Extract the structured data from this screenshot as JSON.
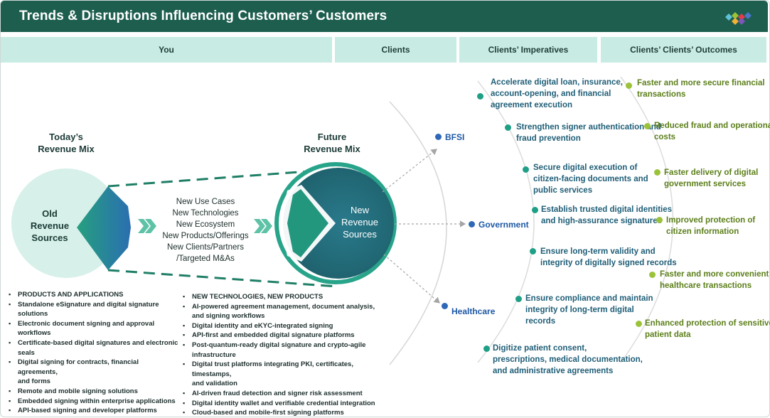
{
  "title": "Trends & Disruptions Influencing Customers’ Customers",
  "headers": {
    "you": "You",
    "clients": "Clients",
    "imperatives": "Clients’ Imperatives",
    "outcomes": "Clients’ Clients’ Outcomes"
  },
  "today": {
    "label_line1": "Today’s",
    "label_line2": "Revenue Mix",
    "circle_line1": "Old",
    "circle_line2": "Revenue",
    "circle_line3": "Sources"
  },
  "future": {
    "label_line1": "Future",
    "label_line2": "Revenue Mix",
    "circle_line1": "New",
    "circle_line2": "Revenue",
    "circle_line3": "Sources"
  },
  "uses": [
    "New Use Cases",
    "New Technologies",
    "New Ecosystem",
    "New Products/Offerings",
    "New Clients/Partners",
    "/Targeted M&As"
  ],
  "products_list": [
    "PRODUCTS AND APPLICATIONS",
    "Standalone eSignature and digital signature",
    "solutions",
    "Electronic document signing and approval workflows",
    "Certificate-based digital signatures and electronic",
    "seals",
    "Digital signing for contracts, financial agreements,",
    "and forms",
    "Remote and mobile signing solutions",
    "Embedded signing within enterprise applications",
    "API-based signing and developer platforms"
  ],
  "tech_list": [
    "NEW TECHNOLOGIES, NEW PRODUCTS",
    "AI-powered agreement management, document analysis,",
    "and signing workflows",
    "Digital identity and eKYC-integrated signing",
    "API-first and embedded digital signature platforms",
    "Post-quantum-ready digital signature and crypto-agile",
    "infrastructure",
    "Digital trust platforms integrating PKI, certificates, timestamps,",
    "and validation",
    "AI-driven fraud detection and signer risk assessment",
    "Digital identity wallet and verifiable credential integration",
    "Cloud-based and mobile-first signing platforms"
  ],
  "clients": [
    "BFSI",
    "Government",
    "Healthcare"
  ],
  "imperatives": [
    [
      "Accelerate digital loan, insurance,",
      "account-opening, and financial",
      "agreement execution"
    ],
    [
      "Strengthen signer authentication and",
      "fraud prevention"
    ],
    [
      "Secure digital execution of",
      "citizen-facing documents and",
      "public services"
    ],
    [
      "Establish trusted digital identities",
      "and high-assurance signatures"
    ],
    [
      "Ensure long-term validity and",
      "integrity of digitally signed records"
    ],
    [
      "Ensure compliance and maintain",
      "integrity of long-term digital",
      "records"
    ],
    [
      "Digitize patient consent,",
      "prescriptions, medical documentation,",
      "and administrative agreements"
    ]
  ],
  "outcomes": [
    [
      "Faster and more secure financial",
      "transactions"
    ],
    [
      "Reduced fraud and operational",
      "costs"
    ],
    [
      "Faster delivery of digital",
      "government services"
    ],
    [
      "Improved protection of",
      "citizen information"
    ],
    [
      "Faster and more convenient",
      "healthcare transactions"
    ],
    [
      "Enhanced protection of sensitive",
      "patient data"
    ]
  ],
  "colors": {
    "brand_dark": "#1d5e4f",
    "header_fill": "#c8ebe4",
    "teal": "#1f9f86",
    "blue": "#2f68b6",
    "green": "#9bc33a"
  },
  "icons": {
    "chevron": "double-chevron-right-icon",
    "logo": "diamond-logo"
  }
}
